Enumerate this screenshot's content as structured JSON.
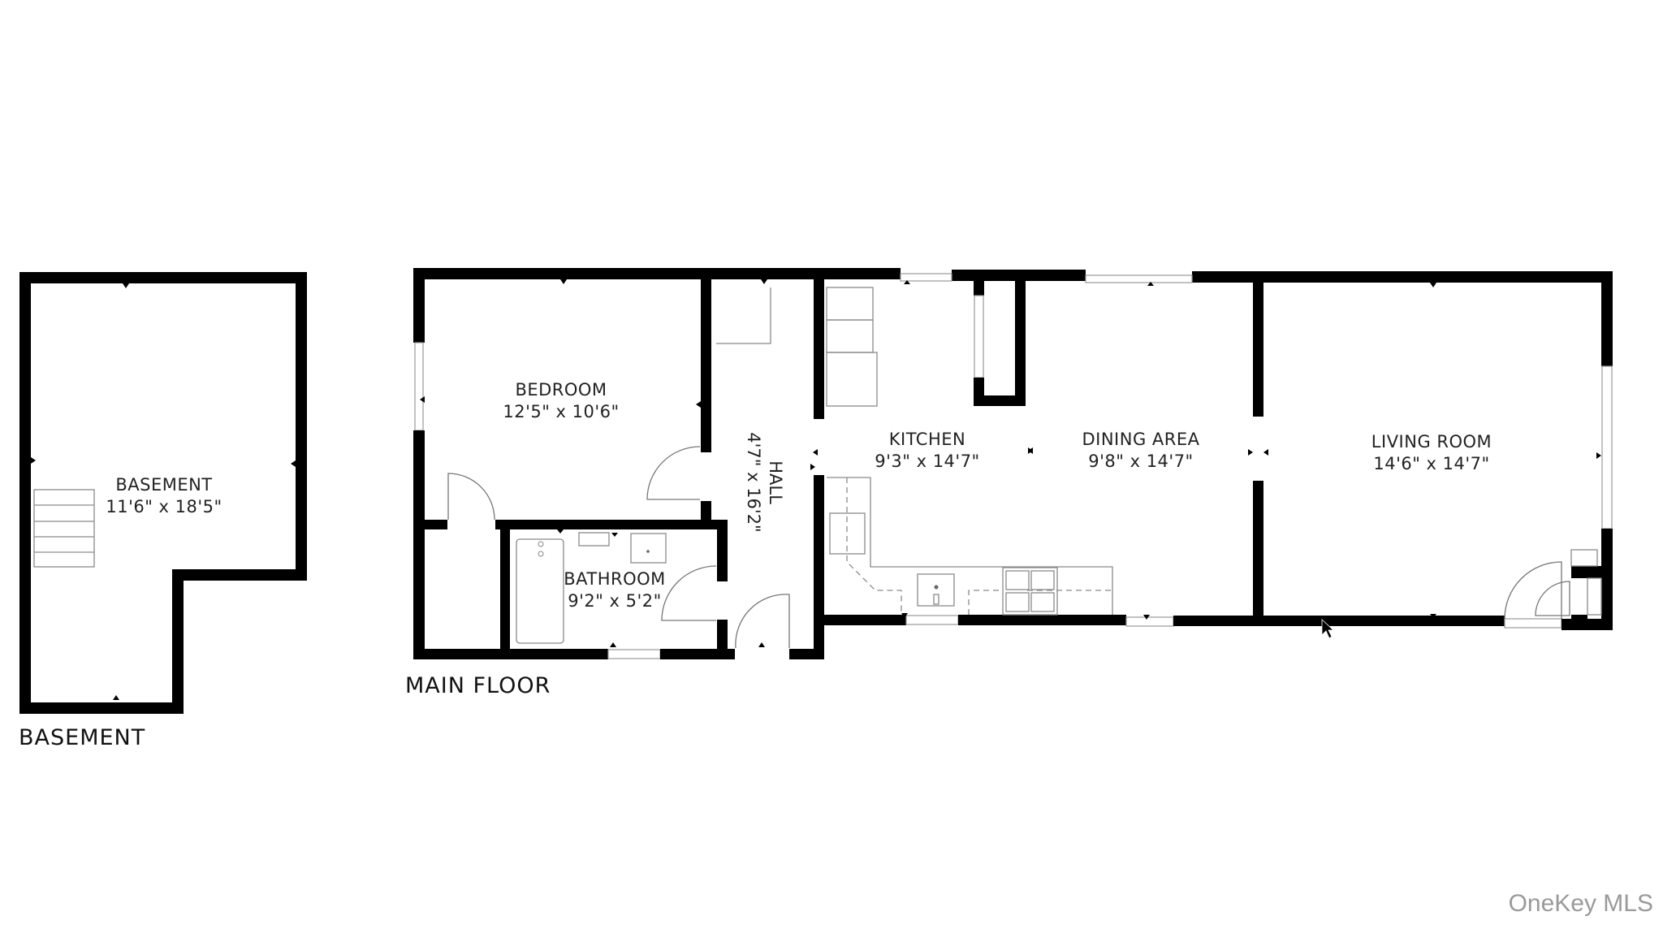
{
  "floors": [
    {
      "id": "basement",
      "title": "BASEMENT"
    },
    {
      "id": "main",
      "title": "MAIN FLOOR"
    }
  ],
  "rooms": {
    "basement": {
      "name": "BASEMENT",
      "dims": "11'6\" x 18'5\""
    },
    "bedroom": {
      "name": "BEDROOM",
      "dims": "12'5\" x 10'6\""
    },
    "hall": {
      "name": "HALL",
      "dims": "4'7\" x 16'2\""
    },
    "bathroom": {
      "name": "BATHROOM",
      "dims": "9'2\" x 5'2\""
    },
    "kitchen": {
      "name": "KITCHEN",
      "dims": "9'3\" x 14'7\""
    },
    "dining": {
      "name": "DINING AREA",
      "dims": "9'8\" x 14'7\""
    },
    "living": {
      "name": "LIVING ROOM",
      "dims": "14'6\" x 14'7\""
    }
  },
  "watermark": "OneKey MLS",
  "colors": {
    "wall": "#000000",
    "background": "#ffffff",
    "fixture": "#8a8a8a",
    "watermark": "#9a9a9a"
  }
}
